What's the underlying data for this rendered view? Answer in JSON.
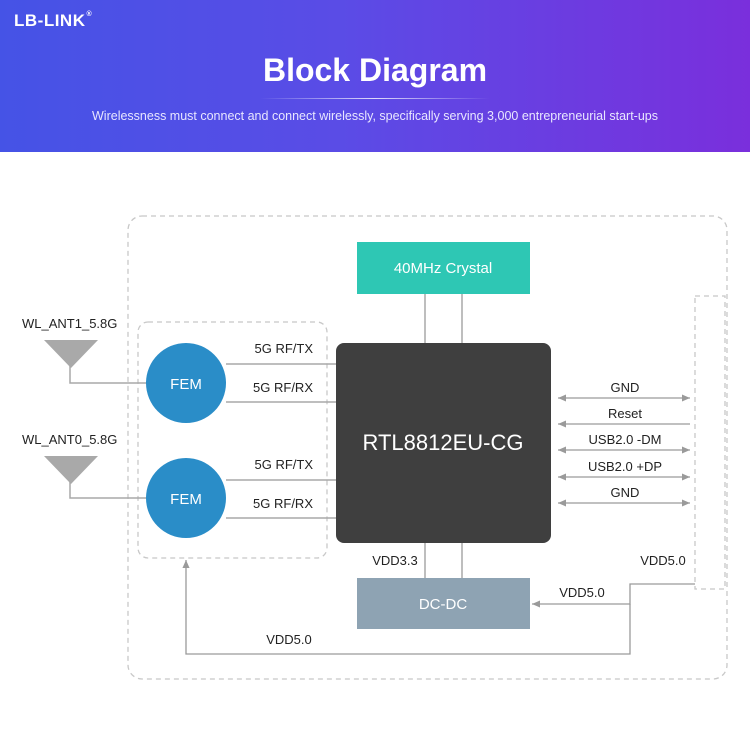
{
  "header": {
    "brand": "LB-LINK",
    "brand_mark": "®",
    "title": "Block Diagram",
    "subtitle": "Wirelessness must connect and connect wirelessly, specifically serving 3,000 entrepreneurial start-ups"
  },
  "diagram": {
    "crystal": "40MHz Crystal",
    "chip": "RTL8812EU-CG",
    "dcdc": "DC-DC",
    "fem_top": "FEM",
    "fem_bottom": "FEM",
    "ant1": "WL_ANT1_5.8G",
    "ant0": "WL_ANT0_5.8G",
    "rf_tx_top": "5G RF/TX",
    "rf_rx_top": "5G RF/RX",
    "rf_tx_bottom": "5G RF/TX",
    "rf_rx_bottom": "5G RF/RX",
    "pins": {
      "gnd1": "GND",
      "reset": "Reset",
      "usb_dm": "USB2.0 -DM",
      "usb_dp": "USB2.0 +DP",
      "gnd2": "GND"
    },
    "vdd33": "VDD3.3",
    "vdd50_right": "VDD5.0",
    "vdd50_dcdc": "VDD5.0",
    "vdd50_bottom": "VDD5.0",
    "colors": {
      "header_start": "#4553e6",
      "header_end": "#7a2fdc",
      "crystal": "#2ec7b4",
      "chip": "#3f3f3f",
      "dcdc": "#8ea3b3",
      "fem": "#2a8dc8",
      "antenna": "#a9a9a9"
    }
  }
}
